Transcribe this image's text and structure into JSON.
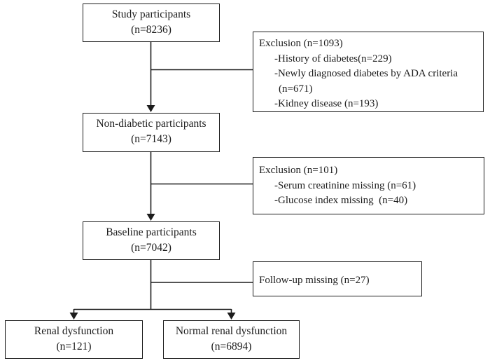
{
  "figure": {
    "title": "Study participant flow diagram",
    "type": "flowchart"
  },
  "colors": {
    "ink": "#1c1c1c",
    "paper": "#ffffff"
  },
  "boxes": {
    "study": [
      "Study participants",
      "(n=8236)"
    ],
    "exclusion1": [
      "Exclusion (n=1093)",
      "-History of diabetes(n=229)",
      "-Newly diagnosed diabetes by ADA criteria",
      "(n=671)",
      "-Kidney disease (n=193)"
    ],
    "nondiabetic": [
      "Non-diabetic participants",
      "(n=7143)"
    ],
    "exclusion2": [
      "Exclusion (n=101)",
      "-Serum creatinine missing (n=61)",
      "-Glucose index missing  (n=40)"
    ],
    "baseline": [
      "Baseline participants",
      "(n=7042)"
    ],
    "followup": [
      "Follow-up missing (n=27)"
    ],
    "renal": [
      "Renal dysfunction",
      "(n=121)"
    ],
    "normal": [
      "Normal renal dysfunction",
      "(n=6894)"
    ]
  }
}
